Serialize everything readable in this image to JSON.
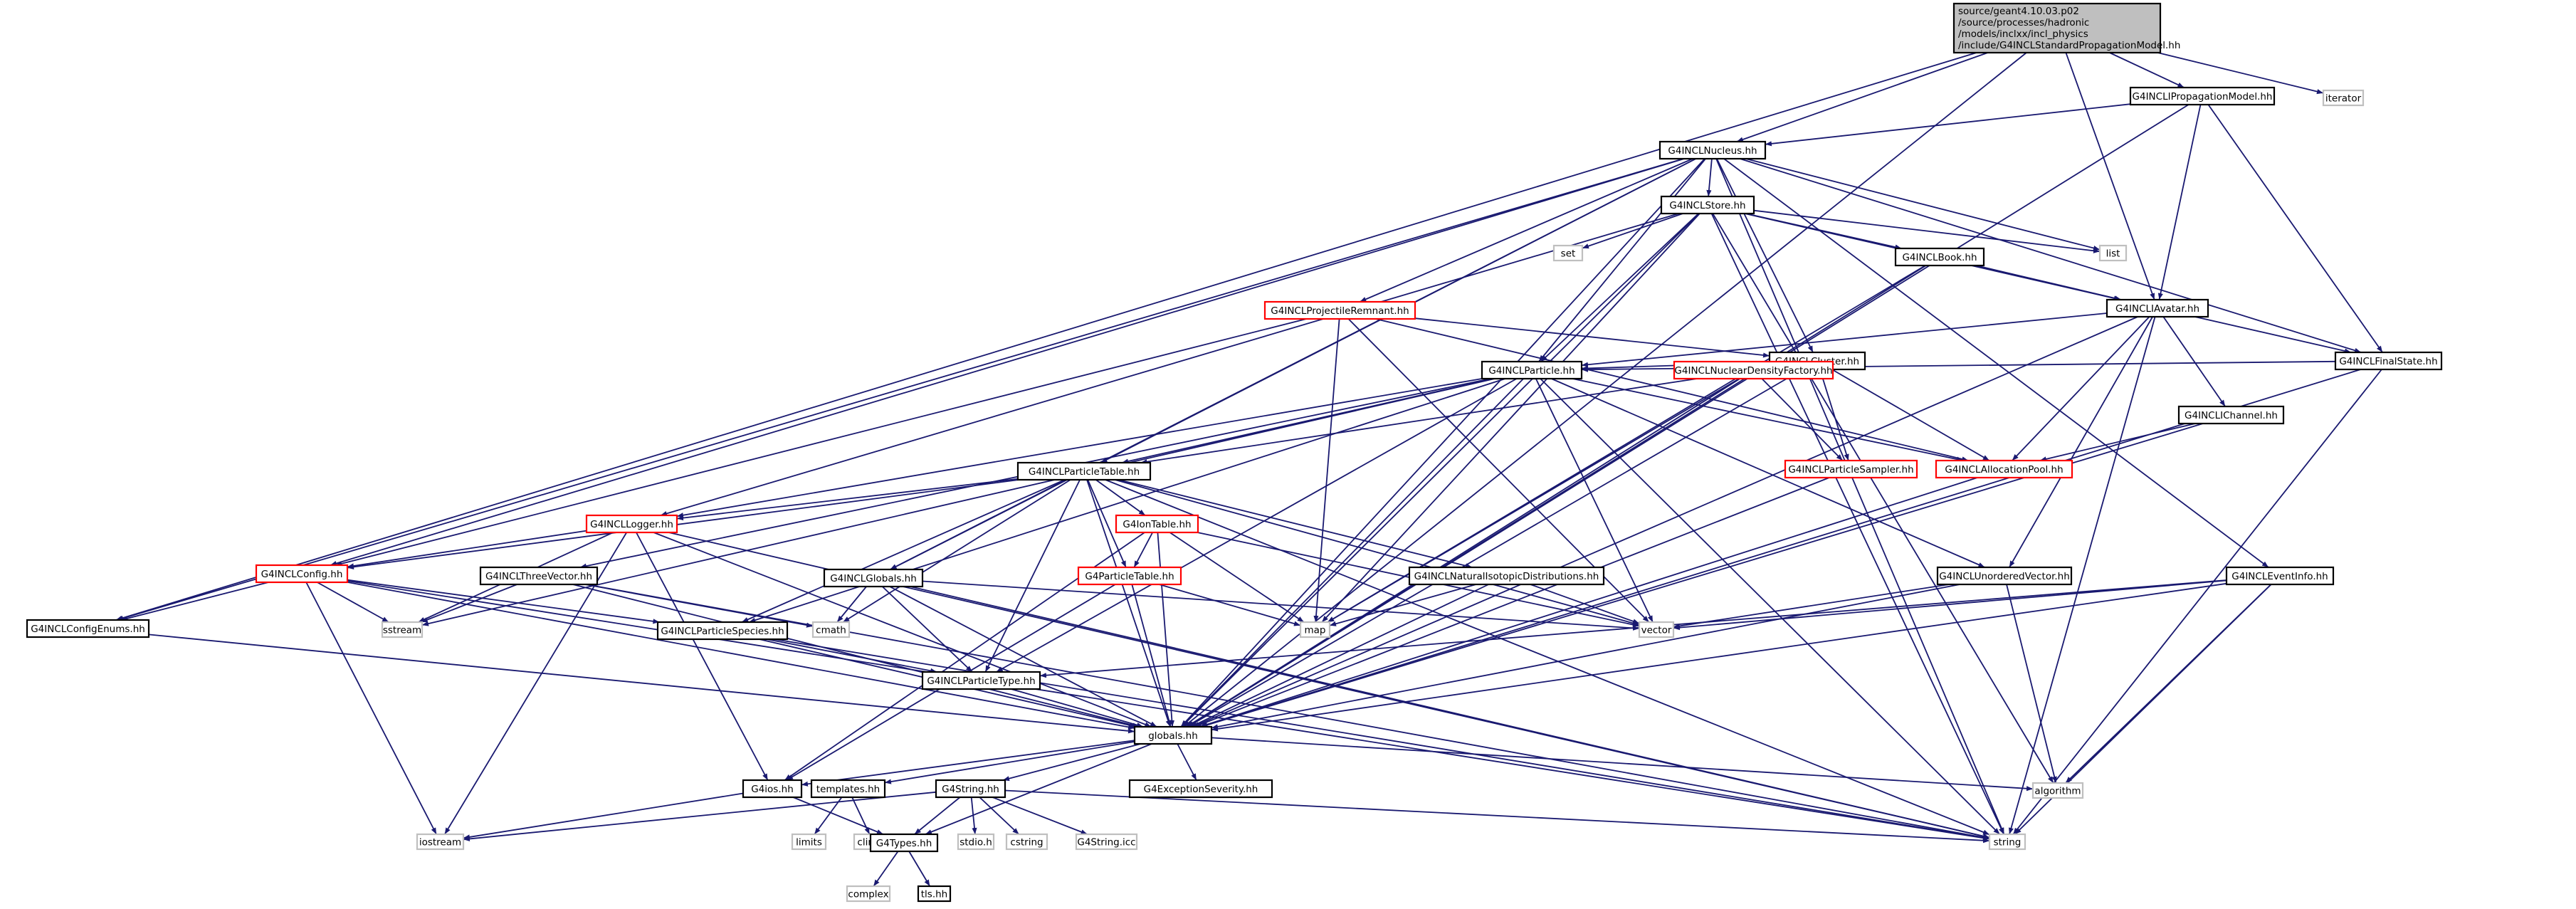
{
  "colors": {
    "edge": "#191970",
    "normal_border": "#000000",
    "red_border": "#ff0000",
    "gray_border": "#bfbfbf",
    "root_fill": "#bfbfbf",
    "fill": "#ffffff",
    "text": "#000000"
  },
  "nodes": [
    {
      "id": "root",
      "lines": [
        "source/geant4.10.03.p02",
        "/source/processes/hadronic",
        "/models/inclxx/incl_physics",
        "/include/G4INCLStandardPropagationModel.hh"
      ],
      "style": "root"
    },
    {
      "id": "prop",
      "lines": [
        "G4INCLIPropagationModel.hh"
      ],
      "style": "normal"
    },
    {
      "id": "iterator",
      "lines": [
        "iterator"
      ],
      "style": "gray"
    },
    {
      "id": "nucleus",
      "lines": [
        "G4INCLNucleus.hh"
      ],
      "style": "normal"
    },
    {
      "id": "store",
      "lines": [
        "G4INCLStore.hh"
      ],
      "style": "normal"
    },
    {
      "id": "set",
      "lines": [
        "set"
      ],
      "style": "gray"
    },
    {
      "id": "list",
      "lines": [
        "list"
      ],
      "style": "gray"
    },
    {
      "id": "book",
      "lines": [
        "G4INCLBook.hh"
      ],
      "style": "normal"
    },
    {
      "id": "projrem",
      "lines": [
        "G4INCLProjectileRemnant.hh"
      ],
      "style": "red"
    },
    {
      "id": "avatar",
      "lines": [
        "G4INCLIAvatar.hh"
      ],
      "style": "normal"
    },
    {
      "id": "cluster",
      "lines": [
        "G4INCLCluster.hh"
      ],
      "style": "normal"
    },
    {
      "id": "finalstate",
      "lines": [
        "G4INCLFinalState.hh"
      ],
      "style": "normal"
    },
    {
      "id": "particle",
      "lines": [
        "G4INCLParticle.hh"
      ],
      "style": "normal"
    },
    {
      "id": "nucdens",
      "lines": [
        "G4INCLNuclearDensityFactory.hh"
      ],
      "style": "red"
    },
    {
      "id": "ichannel",
      "lines": [
        "G4INCLIChannel.hh"
      ],
      "style": "normal"
    },
    {
      "id": "ptable",
      "lines": [
        "G4INCLParticleTable.hh"
      ],
      "style": "normal"
    },
    {
      "id": "psampler",
      "lines": [
        "G4INCLParticleSampler.hh"
      ],
      "style": "red"
    },
    {
      "id": "allocpool",
      "lines": [
        "G4INCLAllocationPool.hh"
      ],
      "style": "red"
    },
    {
      "id": "logger",
      "lines": [
        "G4INCLLogger.hh"
      ],
      "style": "red"
    },
    {
      "id": "iontable",
      "lines": [
        "G4IonTable.hh"
      ],
      "style": "red"
    },
    {
      "id": "config",
      "lines": [
        "G4INCLConfig.hh"
      ],
      "style": "red"
    },
    {
      "id": "threevec",
      "lines": [
        "G4INCLThreeVector.hh"
      ],
      "style": "normal"
    },
    {
      "id": "globals",
      "lines": [
        "G4INCLGlobals.hh"
      ],
      "style": "normal"
    },
    {
      "id": "g4ptable",
      "lines": [
        "G4ParticleTable.hh"
      ],
      "style": "red"
    },
    {
      "id": "natiso",
      "lines": [
        "G4INCLNaturalIsotopicDistributions.hh"
      ],
      "style": "normal"
    },
    {
      "id": "unordvec",
      "lines": [
        "G4INCLUnorderedVector.hh"
      ],
      "style": "normal"
    },
    {
      "id": "eventinfo",
      "lines": [
        "G4INCLEventInfo.hh"
      ],
      "style": "normal"
    },
    {
      "id": "configenums",
      "lines": [
        "G4INCLConfigEnums.hh"
      ],
      "style": "normal"
    },
    {
      "id": "sstream",
      "lines": [
        "sstream"
      ],
      "style": "gray"
    },
    {
      "id": "pspecies",
      "lines": [
        "G4INCLParticleSpecies.hh"
      ],
      "style": "normal"
    },
    {
      "id": "cmath",
      "lines": [
        "cmath"
      ],
      "style": "gray"
    },
    {
      "id": "map",
      "lines": [
        "map"
      ],
      "style": "gray"
    },
    {
      "id": "vector",
      "lines": [
        "vector"
      ],
      "style": "gray"
    },
    {
      "id": "ptype",
      "lines": [
        "G4INCLParticleType.hh"
      ],
      "style": "normal"
    },
    {
      "id": "globalshh",
      "lines": [
        "globals.hh"
      ],
      "style": "normal"
    },
    {
      "id": "g4ios",
      "lines": [
        "G4ios.hh"
      ],
      "style": "normal"
    },
    {
      "id": "templates",
      "lines": [
        "templates.hh"
      ],
      "style": "normal"
    },
    {
      "id": "g4string",
      "lines": [
        "G4String.hh"
      ],
      "style": "normal"
    },
    {
      "id": "exsev",
      "lines": [
        "G4ExceptionSeverity.hh"
      ],
      "style": "normal"
    },
    {
      "id": "algorithm",
      "lines": [
        "algorithm"
      ],
      "style": "gray"
    },
    {
      "id": "iostream",
      "lines": [
        "iostream"
      ],
      "style": "gray"
    },
    {
      "id": "limits",
      "lines": [
        "limits"
      ],
      "style": "gray"
    },
    {
      "id": "climits",
      "lines": [
        "climits"
      ],
      "style": "gray"
    },
    {
      "id": "g4types",
      "lines": [
        "G4Types.hh"
      ],
      "style": "normal"
    },
    {
      "id": "stdioh",
      "lines": [
        "stdio.h"
      ],
      "style": "gray"
    },
    {
      "id": "cstring",
      "lines": [
        "cstring"
      ],
      "style": "gray"
    },
    {
      "id": "g4stringicc",
      "lines": [
        "G4String.icc"
      ],
      "style": "gray"
    },
    {
      "id": "string",
      "lines": [
        "string"
      ],
      "style": "gray"
    },
    {
      "id": "complex",
      "lines": [
        "complex"
      ],
      "style": "gray"
    },
    {
      "id": "tlsh",
      "lines": [
        "tls.hh"
      ],
      "style": "normal"
    }
  ],
  "edges": [
    [
      "root",
      "prop"
    ],
    [
      "root",
      "iterator"
    ],
    [
      "root",
      "nucleus"
    ],
    [
      "root",
      "avatar"
    ],
    [
      "root",
      "configenums"
    ],
    [
      "root",
      "globalshh"
    ],
    [
      "prop",
      "nucleus"
    ],
    [
      "prop",
      "avatar"
    ],
    [
      "prop",
      "finalstate"
    ],
    [
      "prop",
      "globalshh"
    ],
    [
      "nucleus",
      "store"
    ],
    [
      "nucleus",
      "list"
    ],
    [
      "nucleus",
      "particle"
    ],
    [
      "nucleus",
      "projrem"
    ],
    [
      "nucleus",
      "cluster"
    ],
    [
      "nucleus",
      "finalstate"
    ],
    [
      "nucleus",
      "eventinfo"
    ],
    [
      "nucleus",
      "config"
    ],
    [
      "nucleus",
      "configenums"
    ],
    [
      "nucleus",
      "globals"
    ],
    [
      "nucleus",
      "ptable"
    ],
    [
      "nucleus",
      "globalshh"
    ],
    [
      "nucleus",
      "string"
    ],
    [
      "store",
      "set"
    ],
    [
      "store",
      "list"
    ],
    [
      "store",
      "book"
    ],
    [
      "store",
      "avatar"
    ],
    [
      "store",
      "particle"
    ],
    [
      "store",
      "map"
    ],
    [
      "store",
      "logger"
    ],
    [
      "store",
      "algorithm"
    ],
    [
      "store",
      "string"
    ],
    [
      "store",
      "globalshh"
    ],
    [
      "book",
      "avatar"
    ],
    [
      "book",
      "map"
    ],
    [
      "book",
      "globalshh"
    ],
    [
      "projrem",
      "cluster"
    ],
    [
      "projrem",
      "allocpool"
    ],
    [
      "projrem",
      "map"
    ],
    [
      "projrem",
      "vector"
    ],
    [
      "projrem",
      "config"
    ],
    [
      "avatar",
      "particle"
    ],
    [
      "avatar",
      "finalstate"
    ],
    [
      "avatar",
      "ichannel"
    ],
    [
      "avatar",
      "allocpool"
    ],
    [
      "avatar",
      "unordvec"
    ],
    [
      "avatar",
      "globalshh"
    ],
    [
      "avatar",
      "string"
    ],
    [
      "cluster",
      "particle"
    ],
    [
      "cluster",
      "nucdens"
    ],
    [
      "cluster",
      "psampler"
    ],
    [
      "cluster",
      "allocpool"
    ],
    [
      "cluster",
      "globalshh"
    ],
    [
      "finalstate",
      "particle"
    ],
    [
      "finalstate",
      "globalshh"
    ],
    [
      "finalstate",
      "string"
    ],
    [
      "ichannel",
      "allocpool"
    ],
    [
      "ichannel",
      "globalshh"
    ],
    [
      "particle",
      "ptable"
    ],
    [
      "particle",
      "logger"
    ],
    [
      "particle",
      "threevec"
    ],
    [
      "particle",
      "pspecies"
    ],
    [
      "particle",
      "ptype"
    ],
    [
      "particle",
      "unordvec"
    ],
    [
      "particle",
      "allocpool"
    ],
    [
      "particle",
      "sstream"
    ],
    [
      "particle",
      "vector"
    ],
    [
      "particle",
      "string"
    ],
    [
      "particle",
      "globalshh"
    ],
    [
      "nucdens",
      "ptable"
    ],
    [
      "nucdens",
      "psampler"
    ],
    [
      "nucdens",
      "map"
    ],
    [
      "nucdens",
      "globalshh"
    ],
    [
      "ptable",
      "logger"
    ],
    [
      "ptable",
      "config"
    ],
    [
      "ptable",
      "globals"
    ],
    [
      "ptable",
      "iontable"
    ],
    [
      "ptable",
      "g4ptable"
    ],
    [
      "ptable",
      "natiso"
    ],
    [
      "ptable",
      "pspecies"
    ],
    [
      "ptable",
      "ptype"
    ],
    [
      "ptable",
      "vector"
    ],
    [
      "ptable",
      "cmath"
    ],
    [
      "ptable",
      "string"
    ],
    [
      "ptable",
      "globalshh"
    ],
    [
      "psampler",
      "globalshh"
    ],
    [
      "allocpool",
      "globalshh"
    ],
    [
      "logger",
      "config"
    ],
    [
      "logger",
      "sstream"
    ],
    [
      "logger",
      "iostream"
    ],
    [
      "logger",
      "g4ios"
    ],
    [
      "logger",
      "globalshh"
    ],
    [
      "logger",
      "string"
    ],
    [
      "iontable",
      "g4ptable"
    ],
    [
      "iontable",
      "map"
    ],
    [
      "iontable",
      "vector"
    ],
    [
      "iontable",
      "g4ios"
    ],
    [
      "iontable",
      "globalshh"
    ],
    [
      "g4ptable",
      "map"
    ],
    [
      "g4ptable",
      "g4ios"
    ],
    [
      "g4ptable",
      "globalshh"
    ],
    [
      "config",
      "configenums"
    ],
    [
      "config",
      "pspecies"
    ],
    [
      "config",
      "sstream"
    ],
    [
      "config",
      "iostream"
    ],
    [
      "config",
      "string"
    ],
    [
      "config",
      "globalshh"
    ],
    [
      "threevec",
      "sstream"
    ],
    [
      "threevec",
      "cmath"
    ],
    [
      "threevec",
      "globalshh"
    ],
    [
      "threevec",
      "string"
    ],
    [
      "globals",
      "cmath"
    ],
    [
      "globals",
      "ptype"
    ],
    [
      "globals",
      "vector"
    ],
    [
      "globals",
      "string"
    ],
    [
      "globals",
      "globalshh"
    ],
    [
      "natiso",
      "map"
    ],
    [
      "natiso",
      "vector"
    ],
    [
      "natiso",
      "globalshh"
    ],
    [
      "unordvec",
      "vector"
    ],
    [
      "unordvec",
      "algorithm"
    ],
    [
      "unordvec",
      "globalshh"
    ],
    [
      "eventinfo",
      "vector"
    ],
    [
      "eventinfo",
      "ptype"
    ],
    [
      "eventinfo",
      "algorithm"
    ],
    [
      "eventinfo",
      "string"
    ],
    [
      "eventinfo",
      "globalshh"
    ],
    [
      "configenums",
      "globalshh"
    ],
    [
      "pspecies",
      "ptype"
    ],
    [
      "pspecies",
      "globalshh"
    ],
    [
      "pspecies",
      "string"
    ],
    [
      "ptype",
      "globalshh"
    ],
    [
      "globalshh",
      "g4ios"
    ],
    [
      "globalshh",
      "templates"
    ],
    [
      "globalshh",
      "g4string"
    ],
    [
      "globalshh",
      "exsev"
    ],
    [
      "globalshh",
      "algorithm"
    ],
    [
      "globalshh",
      "g4types"
    ],
    [
      "g4ios",
      "iostream"
    ],
    [
      "g4ios",
      "g4types"
    ],
    [
      "templates",
      "limits"
    ],
    [
      "templates",
      "climits"
    ],
    [
      "g4string",
      "g4types"
    ],
    [
      "g4string",
      "stdioh"
    ],
    [
      "g4string",
      "cstring"
    ],
    [
      "g4string",
      "g4stringicc"
    ],
    [
      "g4string",
      "string"
    ],
    [
      "g4string",
      "iostream"
    ],
    [
      "g4types",
      "complex"
    ],
    [
      "g4types",
      "tlsh"
    ]
  ]
}
